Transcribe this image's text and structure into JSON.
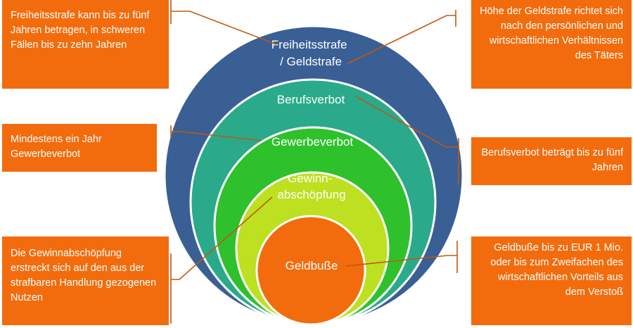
{
  "diagram": {
    "rings": [
      {
        "id": "freiheitsstrafe",
        "lines": [
          "Freiheitsstrafe",
          "/ Geldstrafe"
        ],
        "color": "#3a5f94"
      },
      {
        "id": "berufsverbot",
        "lines": [
          "Berufsverbot"
        ],
        "color": "#2aaa8a"
      },
      {
        "id": "gewerbeverbot",
        "lines": [
          "Gewerbeverbot"
        ],
        "color": "#2ec12b"
      },
      {
        "id": "gewinnabschoepfung",
        "lines": [
          "Gewinn-",
          "abschöpfung"
        ],
        "color": "#bde020"
      },
      {
        "id": "geldbusse",
        "lines": [
          "Geldbuße"
        ],
        "color": "#f26c0d"
      }
    ],
    "boxes": {
      "freiheitsstrafe": "Freiheitsstrafe kann bis zu fünf Jahren betragen, in schweren Fällen bis zu zehn Jahren",
      "geldstrafe": "Höhe der Geldstrafe richtet sich nach den persönlichen und wirtschaftlichen Verhältnissen des Täters",
      "gewerbeverbot": "Mindestens ein Jahr Gewerbeverbot",
      "berufsverbot": "Berufsverbot beträgt bis zu fünf Jahren",
      "gewinnabschoepfung": "Die Gewinnabschöpfung erstreckt sich auf den aus der strafbaren Handlung gezogenen Nutzen",
      "geldbusse": "Geldbuße bis zu EUR 1 Mio. oder bis zum Zweifachen des wirtschaftlichen Vorteils aus dem Verstoß"
    },
    "colors": {
      "box": "#f26c0d",
      "connector": "#c0580f",
      "ring_stroke": "#ffffff"
    }
  }
}
